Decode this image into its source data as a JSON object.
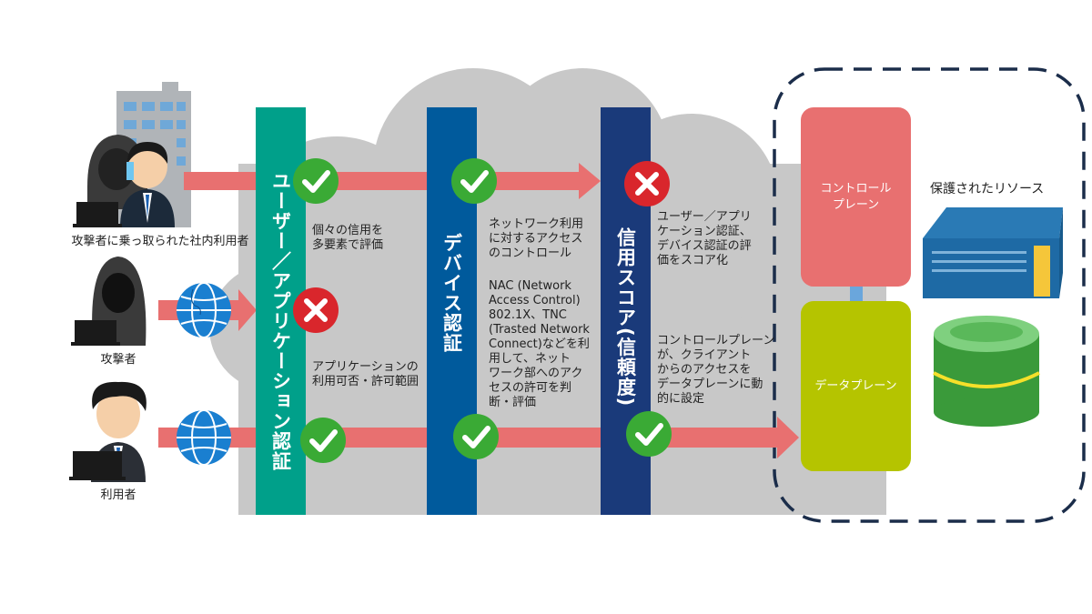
{
  "actors": {
    "hijacked_label": "攻撃者に乗っ取られた社内利用者",
    "attacker_label": "攻撃者",
    "user_label": "利用者"
  },
  "stages": {
    "user_app_auth": {
      "title": "ユーザー／アプリケーション認証",
      "note_top": "個々の信用を\n多要素で評価",
      "note_mid": "アプリケーションの\n利用可否・許可範囲"
    },
    "device_auth": {
      "title": "デバイス認証",
      "note_top": "ネットワーク利用\nに対するアクセス\nのコントロール",
      "note_bottom": "NAC (Network\nAccess Control)\n802.1X、TNC\n(Trasted Network\nConnect)などを利\n用して、ネット\nワーク部へのアク\nセスの許可を判\n断・評価"
    },
    "trust_score": {
      "title": "信用スコア(信頼度)",
      "note_top": "ユーザー／アプリ\nケーション認証、\nデバイス認証の評\n価をスコア化",
      "note_bottom": "コントロールプレーン\nが、クライアント\nからのアクセスを\nデータプレーンに動\n的に設定"
    }
  },
  "resources": {
    "control_plane": "コントロール\nプレーン",
    "data_plane": "データプレーン",
    "protected_label": "保護されたリソース"
  },
  "colors": {
    "user_app_bar": "#00a08a",
    "device_bar": "#005a9c",
    "trust_bar": "#1a3a7a",
    "arrow": "#e87070",
    "control_plane": "#e87070",
    "data_plane": "#b5c400",
    "check": "#3aaa35",
    "cross": "#d9262c",
    "cloud": "#c8c8c8",
    "boundary": "#1b2d4a"
  }
}
